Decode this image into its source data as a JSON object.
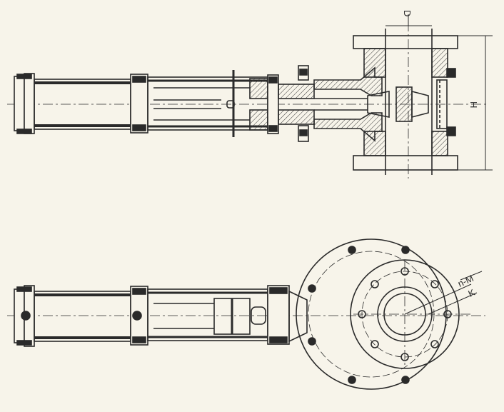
{
  "dimensions": {
    "d_label": "D",
    "h_label": "H",
    "nm_label": "n-M",
    "k_label": "K"
  },
  "colors": {
    "background": "#f7f4ea",
    "line": "#2a2a2a",
    "hatch": "#3a3a3a"
  }
}
